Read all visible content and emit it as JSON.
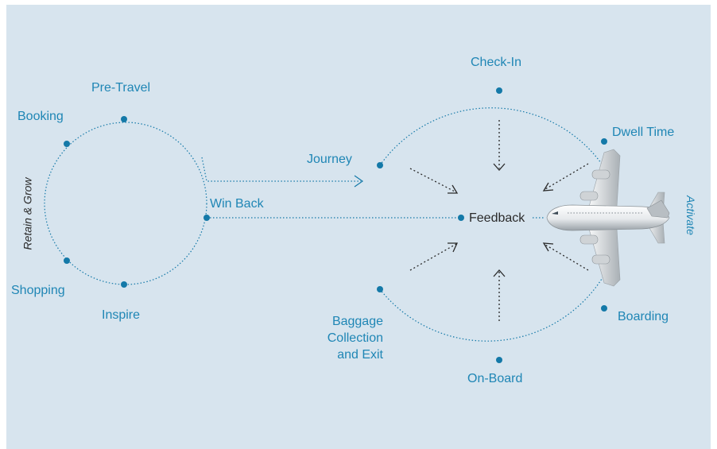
{
  "diagram": {
    "left_loop": {
      "stages": {
        "pre_travel": "Pre-Travel",
        "booking": "Booking",
        "shopping": "Shopping",
        "inspire": "Inspire"
      },
      "side_label": "Retain & Grow"
    },
    "links": {
      "journey": "Journey",
      "win_back": "Win Back"
    },
    "right_loop": {
      "stages": {
        "check_in": "Check-In",
        "dwell_time": "Dwell Time",
        "boarding": "Boarding",
        "on_board": "On-Board",
        "baggage_line1": "Baggage",
        "baggage_line2": "Collection",
        "baggage_line3": "and Exit"
      },
      "side_label": "Activate"
    },
    "center": "Feedback"
  },
  "colors": {
    "background": "#d7e4ee",
    "accent": "#1f86b5",
    "dot": "#1479a8",
    "arrow": "#2a2a2a"
  },
  "icons": [
    "airplane-icon"
  ]
}
